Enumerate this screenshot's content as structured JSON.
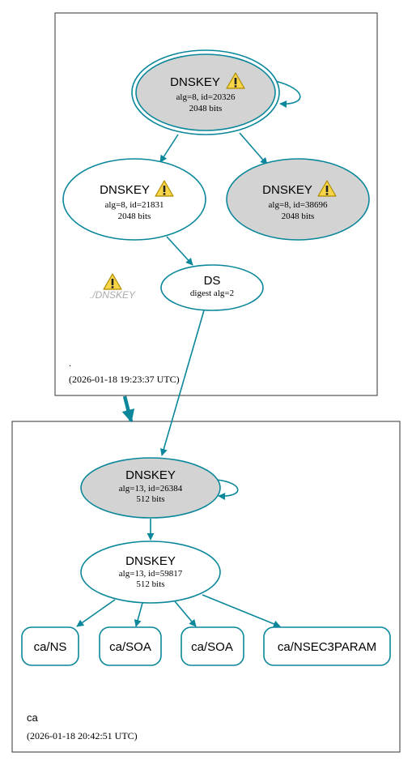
{
  "colors": {
    "edge": "#0a879a",
    "node_fill_grey": "#d3d3d3",
    "node_fill_white": "#ffffff",
    "cluster_border": "#333333",
    "warning_fill": "#f7d548",
    "warning_border": "#b08a00",
    "missing_label": "#aaaaaa"
  },
  "zones": {
    "root": {
      "name": ".",
      "timestamp": "(2026-01-18 19:23:37 UTC)"
    },
    "ca": {
      "name": "ca",
      "timestamp": "(2026-01-18 20:42:51 UTC)"
    }
  },
  "nodes": {
    "root_ksk": {
      "title": "DNSKEY",
      "line1": "alg=8, id=20326",
      "line2": "2048 bits",
      "warning": true,
      "icon": "warning-icon"
    },
    "root_zsk1": {
      "title": "DNSKEY",
      "line1": "alg=8, id=21831",
      "line2": "2048 bits",
      "warning": true,
      "icon": "warning-icon"
    },
    "root_zsk2": {
      "title": "DNSKEY",
      "line1": "alg=8, id=38696",
      "line2": "2048 bits",
      "warning": true,
      "icon": "warning-icon"
    },
    "root_ds": {
      "title": "DS",
      "line1": "digest alg=2"
    },
    "root_missing": {
      "label": "./DNSKEY",
      "icon": "warning-icon"
    },
    "ca_ksk": {
      "title": "DNSKEY",
      "line1": "alg=13, id=26384",
      "line2": "512 bits"
    },
    "ca_zsk": {
      "title": "DNSKEY",
      "line1": "alg=13, id=59817",
      "line2": "512 bits"
    },
    "ca_ns": {
      "label": "ca/NS"
    },
    "ca_soa1": {
      "label": "ca/SOA"
    },
    "ca_soa2": {
      "label": "ca/SOA"
    },
    "ca_nsec3param": {
      "label": "ca/NSEC3PARAM"
    }
  }
}
